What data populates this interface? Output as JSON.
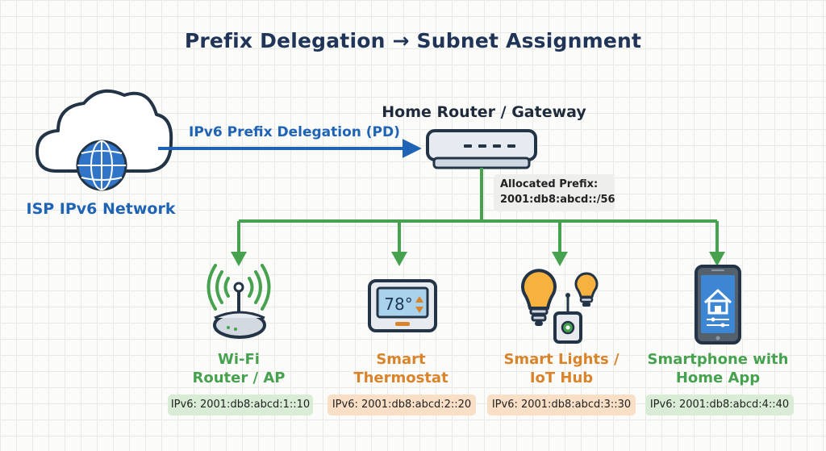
{
  "title": "Prefix Delegation → Subnet Assignment",
  "isp": {
    "label": "ISP IPv6 Network"
  },
  "pd_label": "IPv6 Prefix Delegation (PD)",
  "router": {
    "label": "Home Router / Gateway"
  },
  "allocated": {
    "line1": "Allocated Prefix:",
    "line2": "2001:db8:abcd::/56"
  },
  "thermostat_display": "78°",
  "devices": [
    {
      "line1": "Wi-Fi",
      "line2": "Router / AP",
      "ip": "IPv6: 2001:db8:abcd:1::10",
      "color": "#47a24f"
    },
    {
      "line1": "Smart",
      "line2": "Thermostat",
      "ip": "IPv6: 2001:db8:abcd:2::20",
      "color": "#d9842a"
    },
    {
      "line1": "Smart Lights /",
      "line2": "IoT Hub",
      "ip": "IPv6: 2001:db8:abcd:3::30",
      "color": "#d9842a"
    },
    {
      "line1": "Smartphone with",
      "line2": "Home App",
      "ip": "IPv6: 2001:db8:abcd:4::40",
      "color": "#47a24f"
    }
  ],
  "colors": {
    "blue_link": "#1e63b5",
    "green_link": "#47a24f",
    "outline": "#243447"
  }
}
